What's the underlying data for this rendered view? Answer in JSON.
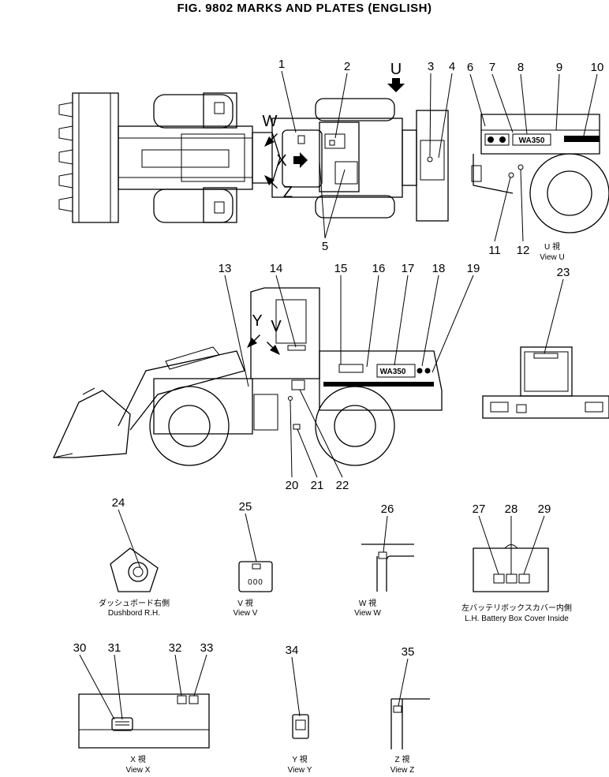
{
  "title": "FIG. 9802  MARKS AND PLATES (ENGLISH)",
  "callouts": {
    "c1": "1",
    "c2": "2",
    "c3": "3",
    "c4": "4",
    "c5": "5",
    "c6": "6",
    "c7": "7",
    "c8": "8",
    "c9": "9",
    "c10": "10",
    "c11": "11",
    "c12": "12",
    "c13": "13",
    "c14": "14",
    "c15": "15",
    "c16": "16",
    "c17": "17",
    "c18": "18",
    "c19": "19",
    "c20": "20",
    "c21": "21",
    "c22": "22",
    "c23": "23",
    "c24": "24",
    "c25": "25",
    "c26": "26",
    "c27": "27",
    "c28": "28",
    "c29": "29",
    "c30": "30",
    "c31": "31",
    "c32": "32",
    "c33": "33",
    "c34": "34",
    "c35": "35"
  },
  "view_letters": {
    "u": "U",
    "w": "W",
    "x": "X",
    "z": "Z",
    "y": "Y",
    "v": "V"
  },
  "model_badge": "WA350",
  "views": {
    "u_jp": "U 視",
    "u_en": "View U",
    "v_jp": "V 視",
    "v_en": "View V",
    "w_jp": "W 視",
    "w_en": "View W",
    "x_jp": "X 視",
    "x_en": "View X",
    "y_jp": "Y 視",
    "y_en": "View Y",
    "z_jp": "Z 視",
    "z_en": "View Z",
    "dash_jp": "ダッシュボード右側",
    "dash_en": "Dushbord R.H.",
    "batt_jp": "左バッテリボックスカバー内側",
    "batt_en": "L.H. Battery Box Cover Inside"
  },
  "view_v_code": "000"
}
